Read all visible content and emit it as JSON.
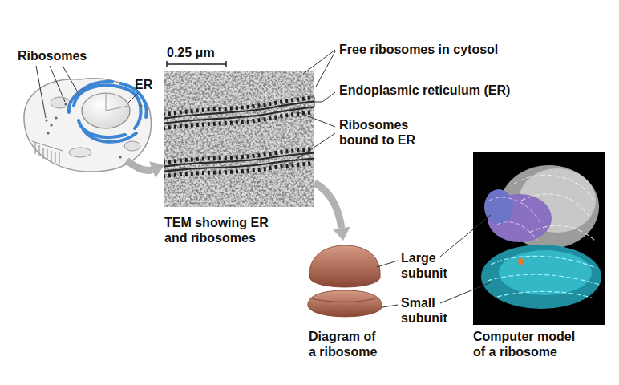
{
  "diagram": {
    "nodes": [
      {
        "text": [
          "Ribosomes",
          "ER"
        ]
      },
      {
        "text": [
          "TEM showing ER and ribosomes"
        ]
      },
      {
        "text": [
          "Diagram of a ribosome"
        ]
      },
      {
        "text": [
          "Computer model of a ribosome"
        ]
      }
    ],
    "edges": [
      {
        "from": 0,
        "to": 1,
        "arrow": "to"
      },
      {
        "from": 1,
        "to": 2,
        "arrow": "to"
      }
    ],
    "labels": [
      "0.25 μm",
      "Free ribosomes in cytosol",
      "Endoplasmic reticulum (ER)",
      "Ribosomes bound to ER",
      "Large subunit",
      "Small subunit"
    ]
  }
}
